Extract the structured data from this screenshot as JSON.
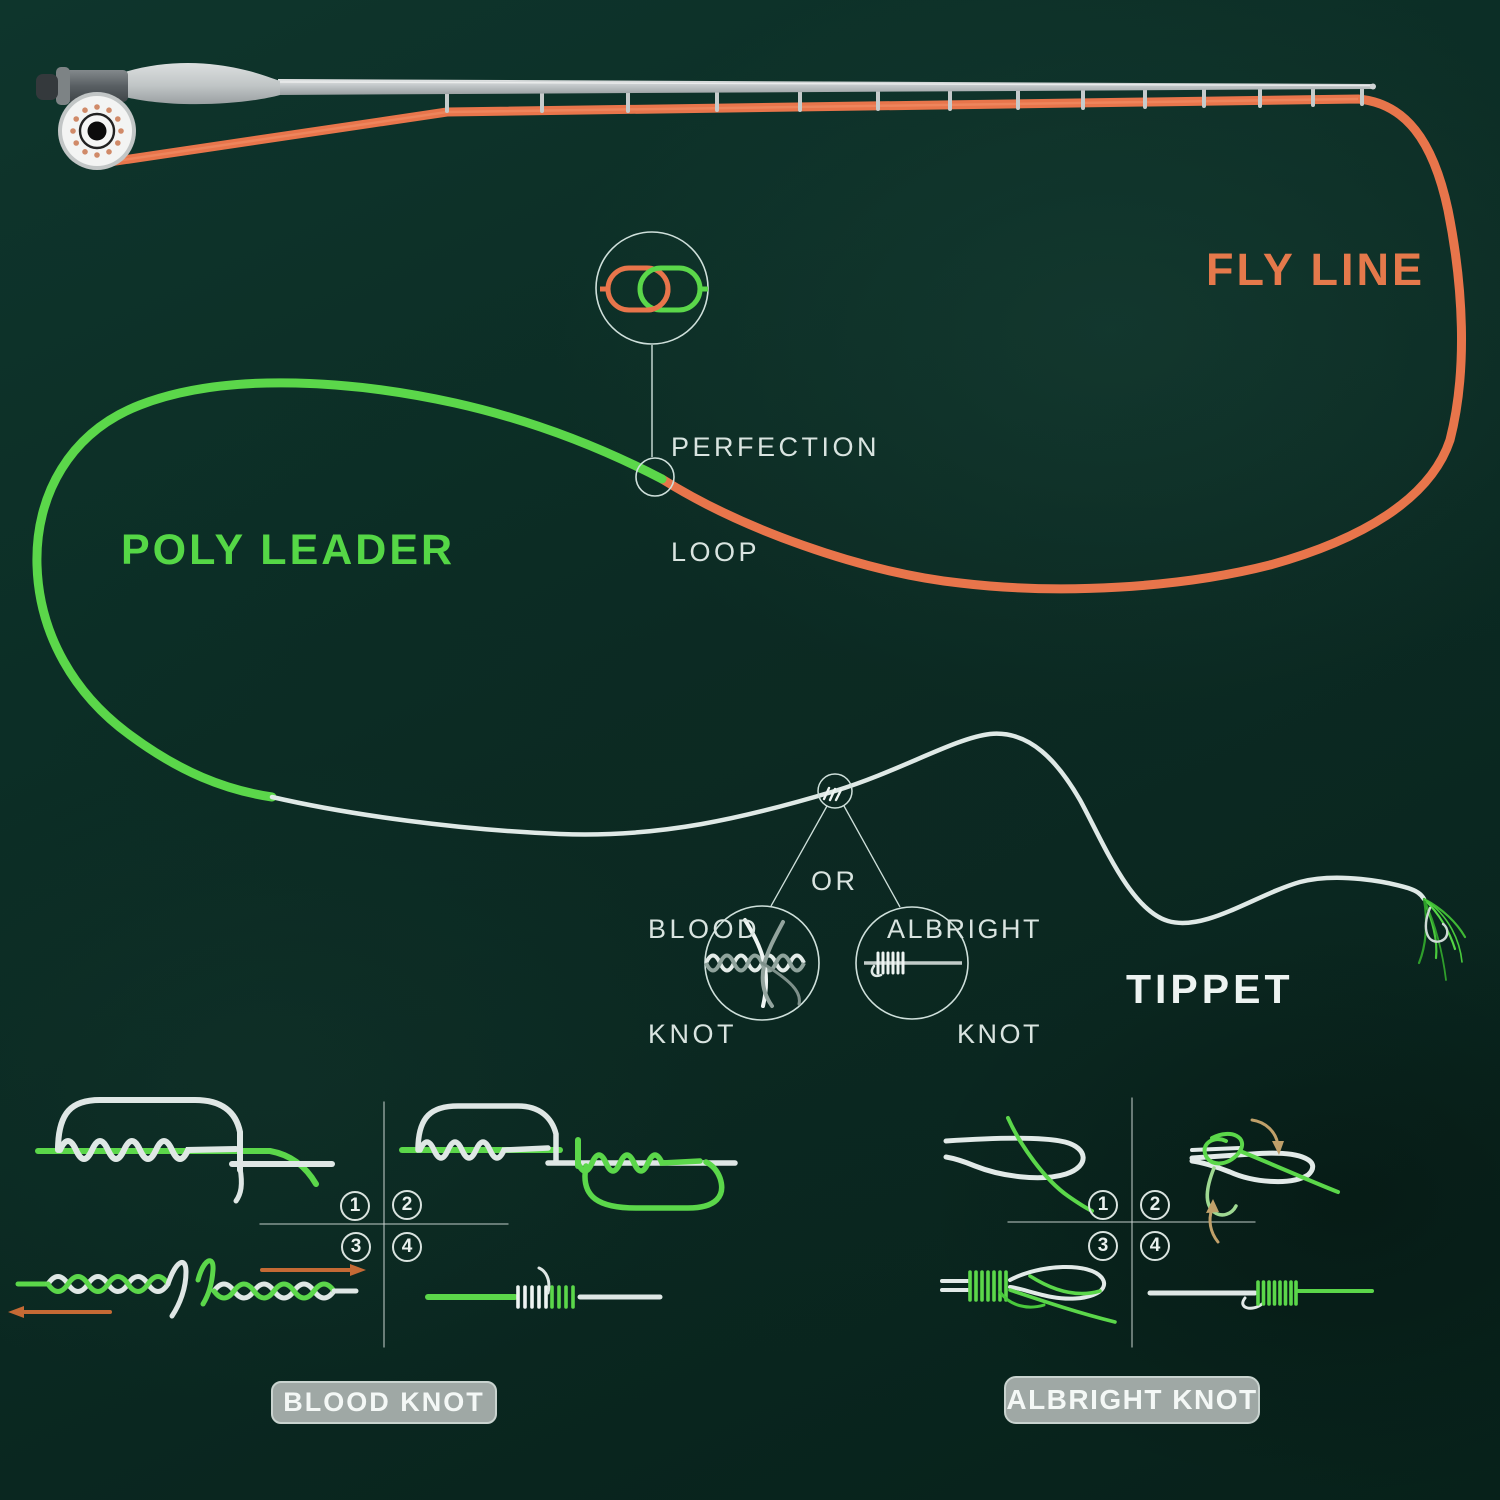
{
  "labels": {
    "fly_line": "FLY LINE",
    "poly_leader": "POLY LEADER",
    "tippet": "TIPPET",
    "or": "OR"
  },
  "callouts": {
    "perfection_loop": {
      "line1": "PERFECTION",
      "line2": "LOOP"
    },
    "blood_knot": {
      "line1": "BLOOD",
      "line2": "KNOT"
    },
    "albright_knot": {
      "line1": "ALBRIGHT",
      "line2": "KNOT"
    }
  },
  "panels": {
    "blood": {
      "title": "BLOOD KNOT",
      "steps": [
        "1",
        "2",
        "3",
        "4"
      ]
    },
    "albright": {
      "title": "ALBRIGHT KNOT",
      "steps": [
        "1",
        "2",
        "3",
        "4"
      ]
    }
  },
  "colors": {
    "background": "#0B2B23",
    "fly_line": "#E8754B",
    "poly_leader": "#5BD74A",
    "tippet": "#DFE9E6",
    "text_light": "#D9E4E0",
    "badge_bg": "#9FA8A5",
    "badge_border": "#C9D3CF",
    "arrow_orange": "#C56A35",
    "arrow_tan": "#C0A06A",
    "rod_gray": "#C3C7C8"
  }
}
